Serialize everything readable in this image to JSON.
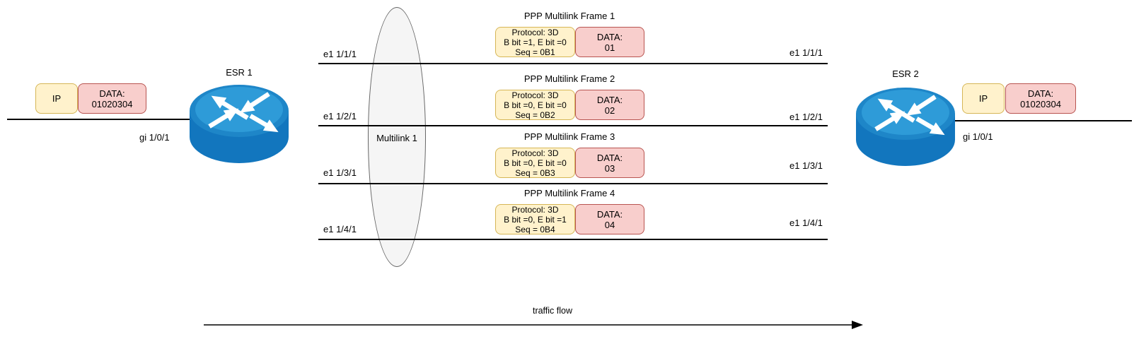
{
  "colors": {
    "yellow_fill": "#FFF2CC",
    "yellow_border": "#D6B656",
    "red_fill": "#F8CECC",
    "red_border": "#B85450",
    "ellipse_fill": "#F5F5F5",
    "ellipse_border": "#666666",
    "line": "#000000",
    "router_top": "#2E9BD8",
    "router_rim": "#1E86C8",
    "router_body": "#1276BE"
  },
  "left_endpoint": {
    "router_label": "ESR 1",
    "interface_label": "gi 1/0/1",
    "packet": {
      "header": "IP",
      "data_line1": "DATA:",
      "data_line2": "01020304"
    }
  },
  "right_endpoint": {
    "router_label": "ESR 2",
    "interface_label": "gi 1/0/1",
    "packet": {
      "header": "IP",
      "data_line1": "DATA:",
      "data_line2": "01020304"
    }
  },
  "multilink": {
    "label": "Multilink 1",
    "links": [
      {
        "left_label": "e1 1/1/1",
        "right_label": "e1 1/1/1"
      },
      {
        "left_label": "e1 1/2/1",
        "right_label": "e1 1/2/1"
      },
      {
        "left_label": "e1 1/3/1",
        "right_label": "e1 1/3/1"
      },
      {
        "left_label": "e1 1/4/1",
        "right_label": "e1 1/4/1"
      }
    ]
  },
  "frames": [
    {
      "title": "PPP Multilink Frame 1",
      "protocol_line1": "Protocol: 3D",
      "protocol_line2": "B bit =1, E bit =0",
      "protocol_line3": "Seq = 0B1",
      "data_line1": "DATA:",
      "data_line2": "01"
    },
    {
      "title": "PPP Multilink Frame 2",
      "protocol_line1": "Protocol: 3D",
      "protocol_line2": "B bit =0, E bit =0",
      "protocol_line3": "Seq = 0B2",
      "data_line1": "DATA:",
      "data_line2": "02"
    },
    {
      "title": "PPP Multilink Frame 3",
      "protocol_line1": "Protocol: 3D",
      "protocol_line2": "B bit =0, E bit =0",
      "protocol_line3": "Seq = 0B3",
      "data_line1": "DATA:",
      "data_line2": "03"
    },
    {
      "title": "PPP Multilink Frame 4",
      "protocol_line1": "Protocol: 3D",
      "protocol_line2": "B bit =0, E bit =1",
      "protocol_line3": "Seq = 0B4",
      "data_line1": "DATA:",
      "data_line2": "04"
    }
  ],
  "traffic_flow": {
    "label": "traffic flow"
  }
}
